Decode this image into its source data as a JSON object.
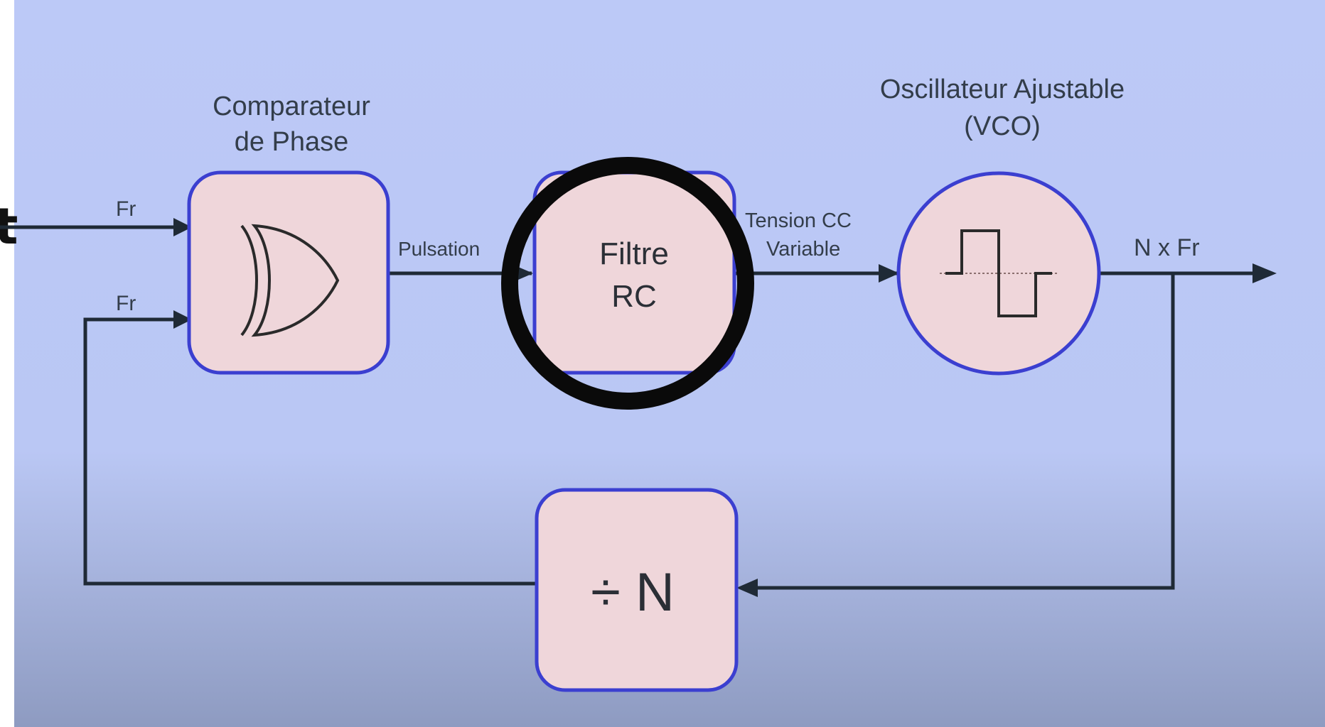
{
  "left_edge_text": "t",
  "comparator": {
    "title_line1": "Comparateur",
    "title_line2": "de Phase",
    "icon": "xor-gate-icon"
  },
  "filter": {
    "line1": "Filtre",
    "line2": "RC",
    "highlighted": true
  },
  "vco": {
    "title_line1": "Oscillateur Ajustable",
    "title_line2": "(VCO)",
    "icon": "square-wave-icon"
  },
  "divider": {
    "label": "÷ N"
  },
  "signals": {
    "input_top": "Fr",
    "input_bottom": "Fr",
    "pulsation": "Pulsation",
    "tension_line1": "Tension CC",
    "tension_line2": "Variable",
    "output": "N x Fr"
  },
  "colors": {
    "background_top": "#bcc9f7",
    "background_bottom": "#8f9cc2",
    "block_fill": "#efd6da",
    "block_stroke": "#3b3fd0",
    "wire": "#1f2a36",
    "highlight_ring": "#0a0a0a"
  }
}
